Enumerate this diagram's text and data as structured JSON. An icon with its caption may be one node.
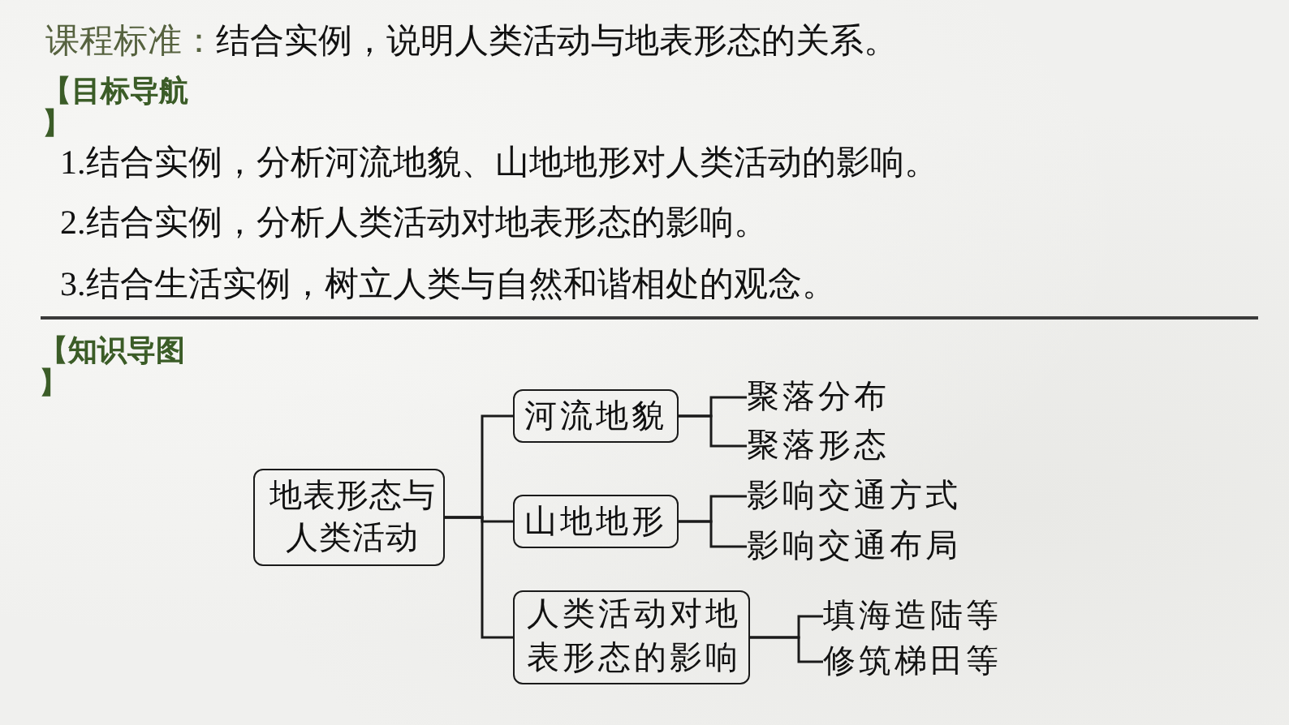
{
  "diagram": {
    "nodes": [
      {
        "text": [
          "地表形态与人类活动"
        ]
      },
      {
        "text": [
          "河流地貌"
        ]
      },
      {
        "text": [
          "山地地形"
        ]
      },
      {
        "text": [
          "人类活动对地表形态的影响"
        ]
      },
      {
        "text": [
          "聚落分布"
        ]
      },
      {
        "text": [
          "聚落形态"
        ]
      },
      {
        "text": [
          "影响交通方式"
        ]
      },
      {
        "text": [
          "影响交通布局"
        ]
      },
      {
        "text": [
          "填海造陆等"
        ]
      },
      {
        "text": [
          "修筑梯田等"
        ]
      }
    ],
    "edges": [
      {
        "from": 0,
        "to": 1,
        "arrow": "none"
      },
      {
        "from": 0,
        "to": 2,
        "arrow": "none"
      },
      {
        "from": 0,
        "to": 3,
        "arrow": "none"
      },
      {
        "from": 1,
        "to": 4,
        "arrow": "none"
      },
      {
        "from": 1,
        "to": 5,
        "arrow": "none"
      },
      {
        "from": 2,
        "to": 6,
        "arrow": "none"
      },
      {
        "from": 2,
        "to": 7,
        "arrow": "none"
      },
      {
        "from": 3,
        "to": 8,
        "arrow": "none"
      },
      {
        "from": 3,
        "to": 9,
        "arrow": "none"
      }
    ],
    "labels": [
      "课程标准：",
      "结合实例，说明人类活动与地表形态的关系。",
      "【目标导航】",
      "1.结合实例，分析河流地貌、山地地形对人类活动的影响。",
      "2.结合实例，分析人类活动对地表形态的影响。",
      "3.结合生活实例，树立人类与自然和谐相处的观念。",
      "【知识导图】"
    ]
  }
}
